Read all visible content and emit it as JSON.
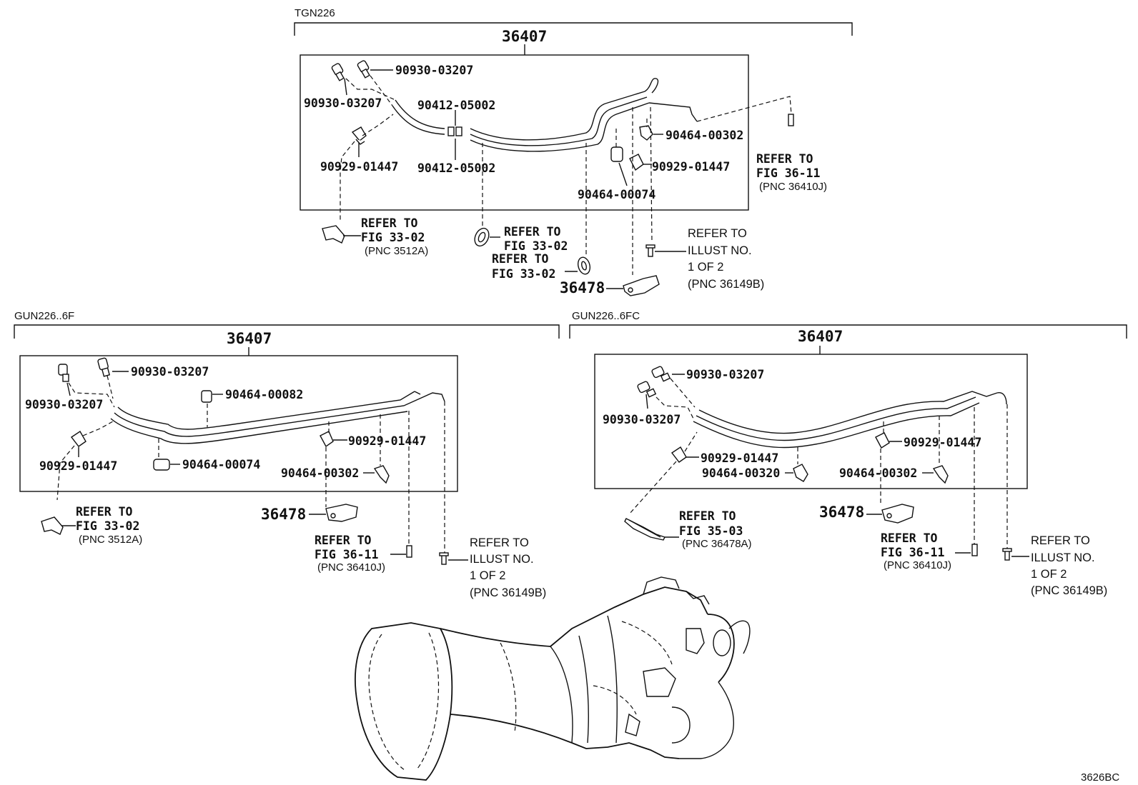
{
  "sections": {
    "top": {
      "model": "TGN226",
      "assembly": "36407"
    },
    "left": {
      "model": "GUN226..6F",
      "assembly": "36407"
    },
    "right": {
      "model": "GUN226..6FC",
      "assembly": "36407"
    }
  },
  "top_labels": {
    "p1": "90930-03207",
    "p2": "90930-03207",
    "p3": "90412-05002",
    "p4": "90412-05002",
    "p5": "90929-01447",
    "p6": "90464-00302",
    "p7": "90929-01447",
    "p8": "90464-00074",
    "ref_a_1": "REFER TO",
    "ref_a_2": "FIG 36-11",
    "ref_a_3": "(PNC 36410J)",
    "ref_b_1": "REFER TO",
    "ref_b_2": "FIG 33-02",
    "ref_b_3": "(PNC 3512A)",
    "ref_c_1": "REFER TO",
    "ref_c_2": "FIG 33-02",
    "ref_d_1": "REFER TO",
    "ref_d_2": "FIG 33-02",
    "ref_e_1": "REFER TO",
    "ref_e_2": "ILLUST NO.",
    "ref_e_3": "1 OF 2",
    "ref_e_4": "(PNC 36149B)",
    "p9": "36478"
  },
  "left_labels": {
    "p1": "90930-03207",
    "p2": "90930-03207",
    "p3": "90464-00082",
    "p4": "90929-01447",
    "p5": "90464-00074",
    "p6": "90929-01447",
    "p7": "90464-00302",
    "p8": "36478",
    "ref_a_1": "REFER TO",
    "ref_a_2": "FIG 33-02",
    "ref_a_3": "(PNC 3512A)",
    "ref_b_1": "REFER TO",
    "ref_b_2": "FIG 36-11",
    "ref_b_3": "(PNC 36410J)",
    "ref_c_1": "REFER TO",
    "ref_c_2": "ILLUST NO.",
    "ref_c_3": "1 OF 2",
    "ref_c_4": "(PNC 36149B)"
  },
  "right_labels": {
    "p1": "90930-03207",
    "p2": "90930-03207",
    "p3": "90929-01447",
    "p4": "90464-00320",
    "p5": "90929-01447",
    "p6": "90464-00302",
    "p7": "36478",
    "ref_a_1": "REFER TO",
    "ref_a_2": "FIG 35-03",
    "ref_a_3": "(PNC 36478A)",
    "ref_b_1": "REFER TO",
    "ref_b_2": "FIG 36-11",
    "ref_b_3": "(PNC 36410J)",
    "ref_c_1": "REFER TO",
    "ref_c_2": "ILLUST NO.",
    "ref_c_3": "1 OF 2",
    "ref_c_4": "(PNC 36149B)"
  },
  "figure_code": "3626BC"
}
